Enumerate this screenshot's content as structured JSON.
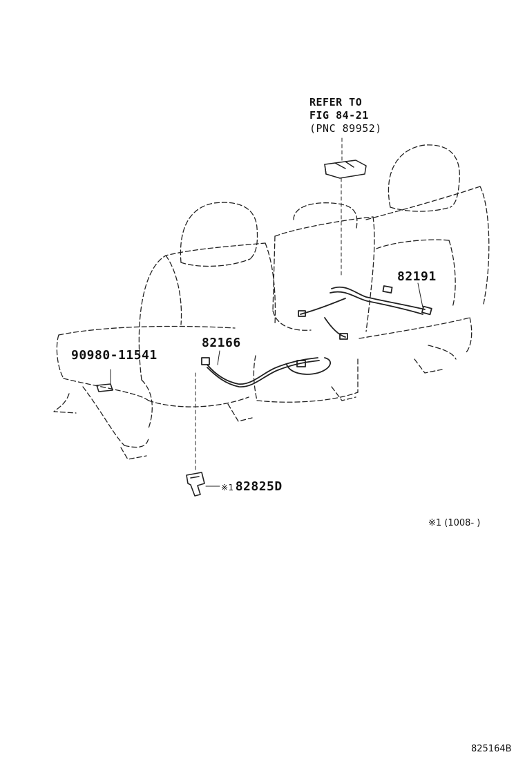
{
  "diagram": {
    "refer_block": {
      "line1": "REFER TO",
      "line2": "FIG 84-21",
      "line3": "(PNC 89952)"
    },
    "callouts": {
      "part_82191": "82191",
      "part_82166": "82166",
      "part_90980": "90980-11541",
      "part_82825d_marker": "※1",
      "part_82825d": "82825D"
    },
    "footnote": "※1 (1008-     )",
    "figure_id": "825164B"
  }
}
